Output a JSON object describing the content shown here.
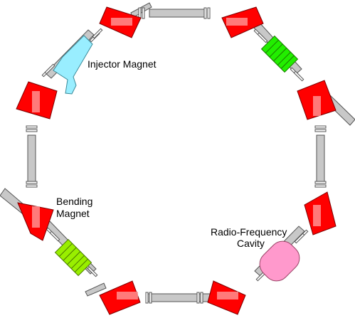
{
  "labels": {
    "injector": "Injector Magnet",
    "bending_line1": "Bending",
    "bending_line2": "Magnet",
    "rf_line1": "Radio-Frequency",
    "rf_line2": "Cavity"
  },
  "colors": {
    "background": "#ffffff",
    "beam_pipe": "#c8c8c8",
    "bending_magnet": "#ff0000",
    "bending_magnet_overlay": "#ff9999",
    "injector_magnet": "#99eeff",
    "focusing_magnet_top": "#22ee00",
    "focusing_magnet_bottom": "#99ee00",
    "rf_cavity": "#ff99cc"
  }
}
